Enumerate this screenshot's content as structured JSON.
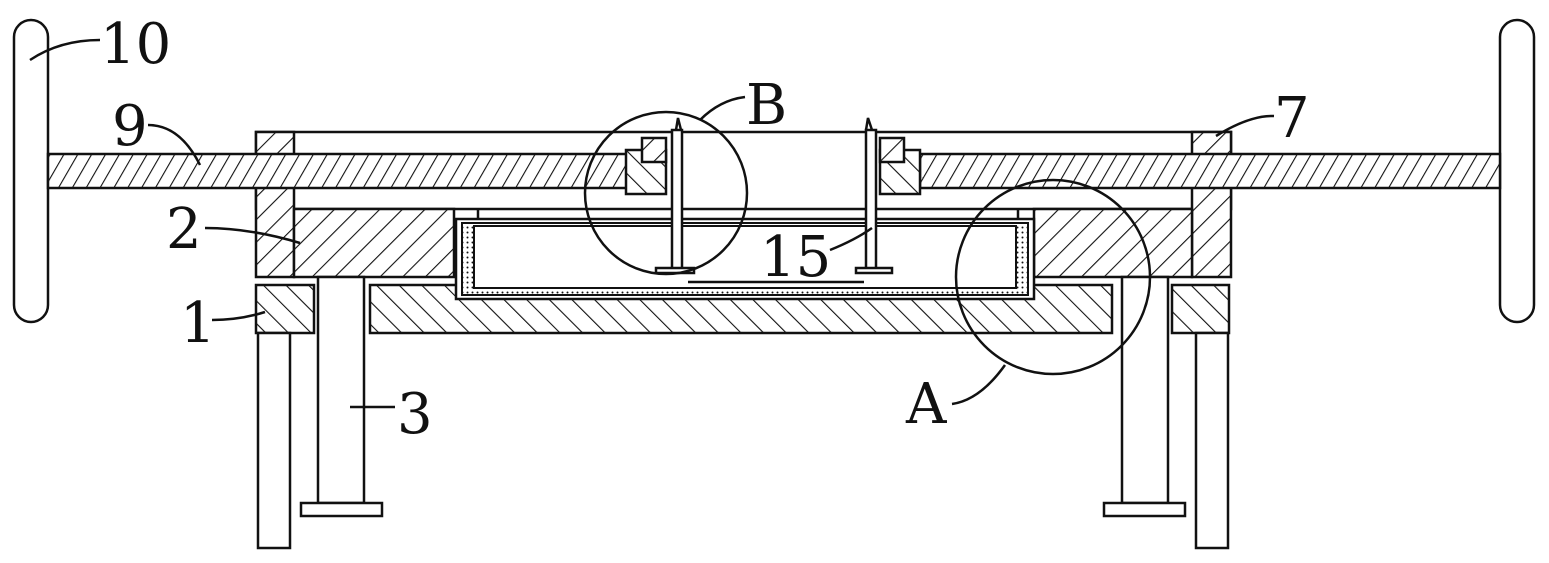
{
  "labels": {
    "l10": "10",
    "l9": "9",
    "l2": "2",
    "l1": "1",
    "l3": "3",
    "l15": "15",
    "lB": "B",
    "lA": "A",
    "l7": "7"
  },
  "colors": {
    "stroke": "#111111",
    "background": "#ffffff"
  }
}
